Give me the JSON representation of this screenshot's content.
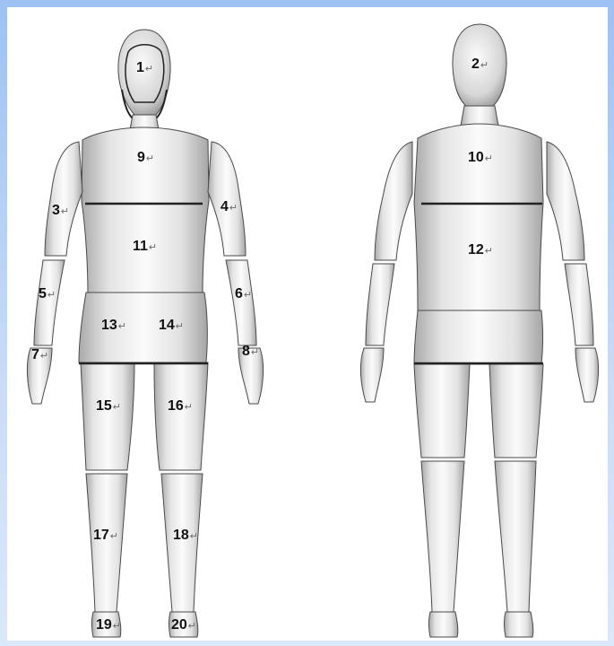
{
  "colors": {
    "border": "#9cc2f3",
    "body_light": "#fafafa",
    "body_shade": "#b9b9b9",
    "outline": "#303030"
  },
  "return_mark": "↵",
  "zones": [
    "1",
    "2",
    "3",
    "4",
    "5",
    "6",
    "7",
    "8",
    "9",
    "10",
    "11",
    "12",
    "13",
    "14",
    "15",
    "16",
    "17",
    "18",
    "19",
    "20"
  ]
}
